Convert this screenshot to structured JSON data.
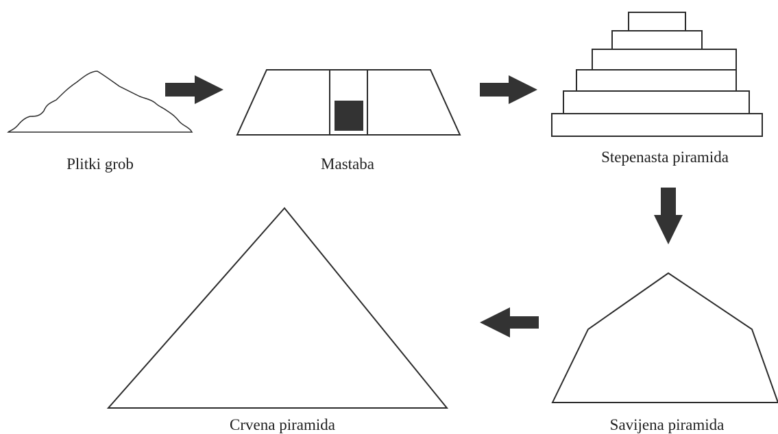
{
  "stages": [
    {
      "id": "shallow-grave",
      "label": "Plitki grob"
    },
    {
      "id": "mastaba",
      "label": "Mastaba"
    },
    {
      "id": "step-pyramid",
      "label": "Stepenasta piramida"
    },
    {
      "id": "bent-pyramid",
      "label": "Savijena piramida"
    },
    {
      "id": "red-pyramid",
      "label": "Crvena piramida"
    }
  ],
  "colors": {
    "outline": "#2b2b2b",
    "arrow": "#333333",
    "text": "#1e1e1e",
    "background": "#ffffff"
  }
}
